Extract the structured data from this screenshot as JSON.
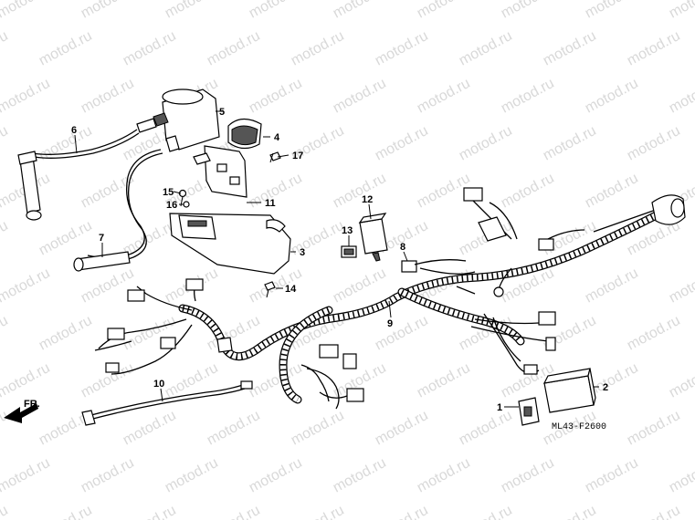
{
  "watermark": {
    "text": "motod.ru"
  },
  "diagram_code": "ML43-F2600",
  "direction_label": "FR.",
  "callouts": {
    "c1": "1",
    "c2": "2",
    "c3": "3",
    "c4": "4",
    "c5": "5",
    "c6": "6",
    "c7": "7",
    "c8": "8",
    "c9": "9",
    "c10": "10",
    "c11": "11",
    "c12": "12",
    "c13": "13",
    "c14": "14",
    "c15": "15",
    "c16": "16",
    "c17": "17"
  }
}
